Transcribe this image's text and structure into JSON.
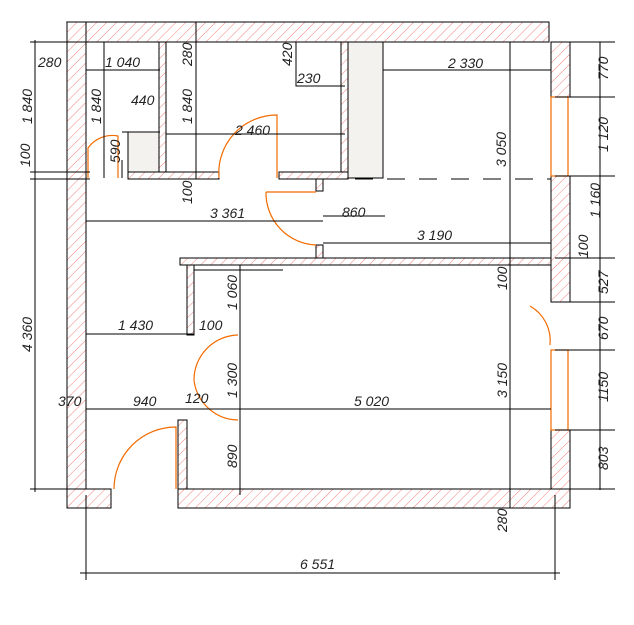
{
  "title": "Apartment floor plan",
  "colors": {
    "wall_hatch": "#f08080",
    "door": "#f26b00",
    "line": "#000000"
  },
  "dimensions": [
    "280",
    "1 040",
    "280",
    "420",
    "230",
    "2 330",
    "770",
    "1 840",
    "1 840",
    "440",
    "1 840",
    "2 460",
    "590",
    "100",
    "3 050",
    "1 120",
    "100",
    "1 160",
    "3 361",
    "860",
    "3 190",
    "100",
    "100",
    "527",
    "1 060",
    "1 430",
    "100",
    "670",
    "4 360",
    "1 300",
    "3 150",
    "370",
    "940",
    "120",
    "5 020",
    "1150",
    "890",
    "803",
    "280",
    "6 551"
  ]
}
